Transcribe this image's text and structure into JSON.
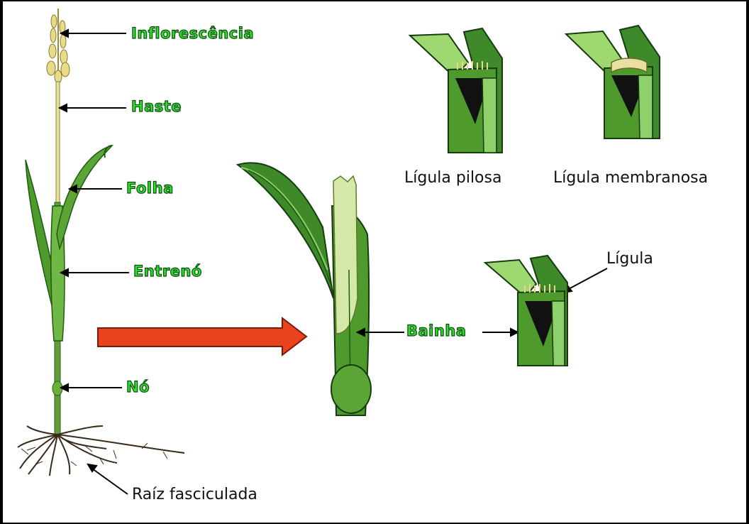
{
  "labels": {
    "inflorescencia": "Inflorescência",
    "haste": "Haste",
    "folha": "Folha",
    "entreno": "Entrenó",
    "no": "Nó",
    "raiz": "Raíz fasciculada",
    "bainha": "Bainha",
    "ligula": "Lígula",
    "ligula_pilosa": "Lígula pilosa",
    "ligula_membranosa": "Lígula membranosa"
  },
  "colors": {
    "label_fill": "#2ee02e",
    "label_outline": "#0b4d0b",
    "arrow": "#e8431c",
    "leaf_dark": "#2e7d1f",
    "leaf_light": "#7fc24a"
  }
}
